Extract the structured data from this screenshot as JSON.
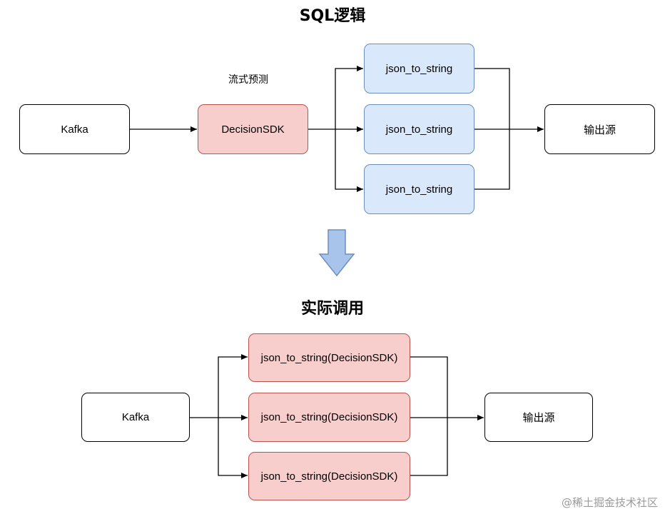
{
  "top": {
    "title": "SQL逻辑",
    "annotation": "流式预测",
    "source": "Kafka",
    "processor": "DecisionSDK",
    "branches": [
      "json_to_string",
      "json_to_string",
      "json_to_string"
    ],
    "sink": "输出源"
  },
  "bottom": {
    "title": "实际调用",
    "source": "Kafka",
    "branches": [
      "json_to_string(DecisionSDK)",
      "json_to_string(DecisionSDK)",
      "json_to_string(DecisionSDK)"
    ],
    "sink": "输出源"
  },
  "watermark": "@稀土掘金技术社区",
  "colors": {
    "red_fill": "#f8cecc",
    "red_stroke": "#b85450",
    "blue_fill": "#dae8fc",
    "blue_stroke": "#6c8ebf",
    "arrow_fill": "#a9c4eb",
    "arrow_stroke": "#6c8ebf"
  }
}
